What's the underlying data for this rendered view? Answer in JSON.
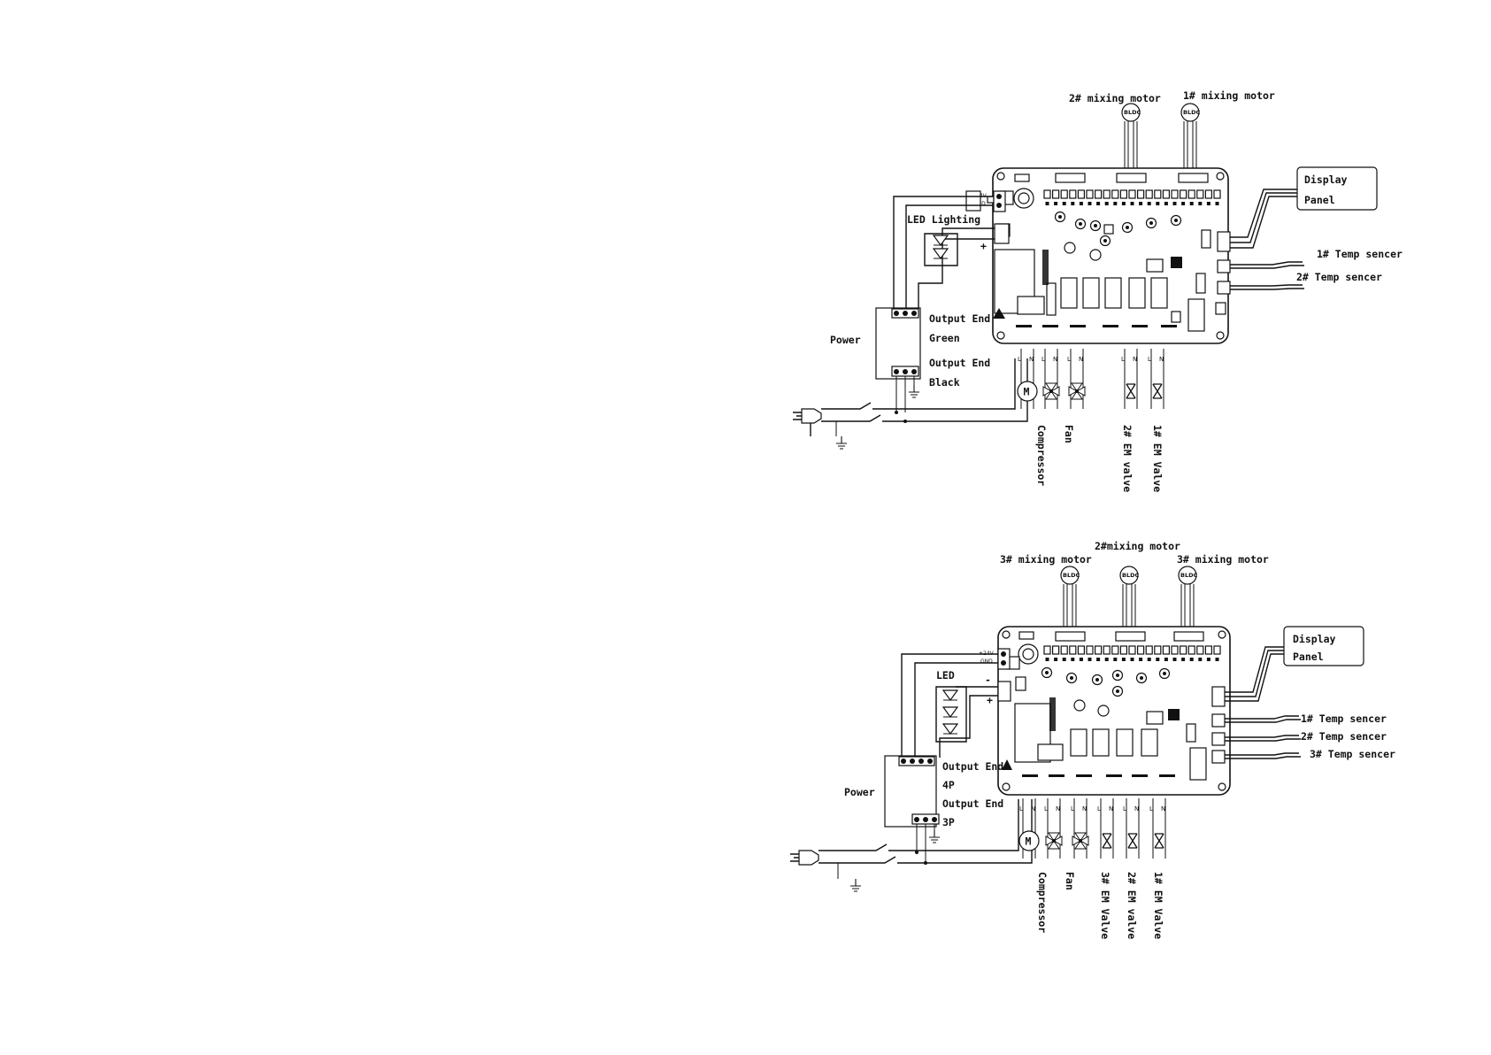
{
  "diagram1": {
    "motors": [
      {
        "label": "2# mixing motor",
        "badge": "BLDC"
      },
      {
        "label": "1# mixing motor",
        "badge": "BLDC"
      }
    ],
    "display_panel": [
      "Display",
      "Panel"
    ],
    "sensors": [
      "1# Temp sencer",
      "2# Temp sencer"
    ],
    "led_label": "LED Lighting",
    "supply_pins": [
      "+24V",
      "GND"
    ],
    "power": {
      "label": "Power",
      "out1": "Output End",
      "wire1": "Green",
      "out2": "Output End",
      "wire2": "Black"
    },
    "loads": [
      "Compressor",
      "Fan",
      "2# EM valve",
      "1# EM Valve"
    ],
    "motor_symbol": "M",
    "plus_sign": "+"
  },
  "diagram2": {
    "motors": [
      {
        "label": "3# mixing motor",
        "badge": "BLDC"
      },
      {
        "label": "2#mixing motor",
        "badge": "BLDC"
      },
      {
        "label": "3# mixing motor",
        "badge": "BLDC"
      }
    ],
    "display_panel": [
      "Display",
      "Panel"
    ],
    "sensors": [
      "1# Temp sencer",
      "2# Temp sencer",
      "3# Temp sencer"
    ],
    "led_label": "LED",
    "supply_pins": [
      "+24V",
      "GND"
    ],
    "power": {
      "label": "Power",
      "out1": "Output End",
      "wire1": "4P",
      "out2": "Output End",
      "wire2": "3P"
    },
    "loads": [
      "Compressor",
      "Fan",
      "3# EM Valve",
      "2# EM valve",
      "1# EM Valve"
    ],
    "motor_symbol": "M",
    "plus_sign": "+",
    "minus_sign": "-"
  },
  "terminal_letters": [
    "L",
    "N"
  ]
}
